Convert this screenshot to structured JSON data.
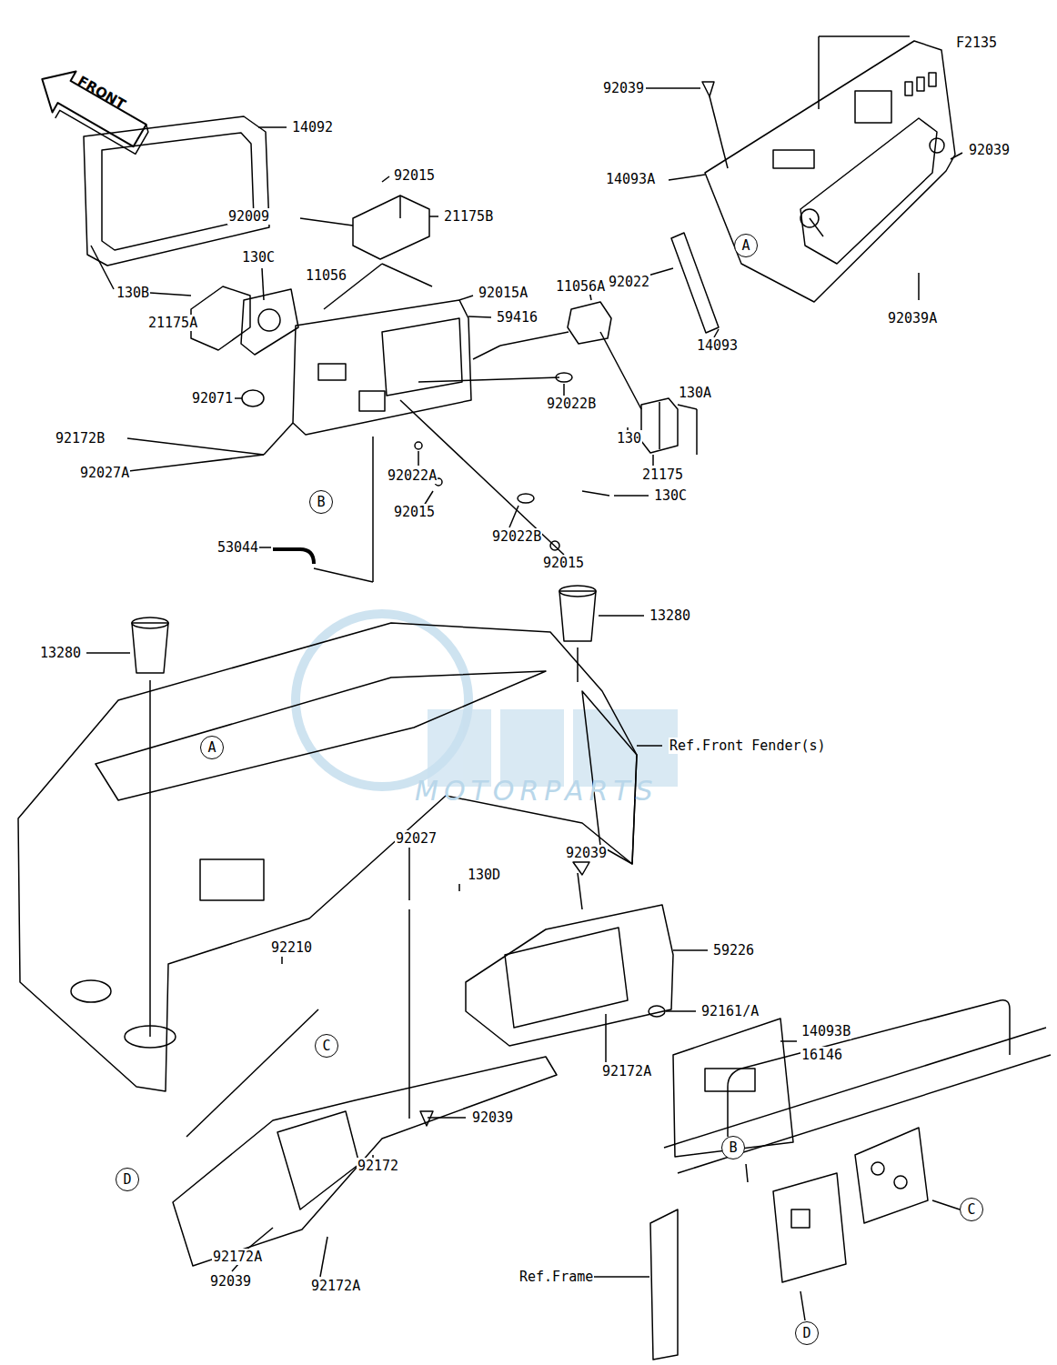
{
  "diagram": {
    "nodes": [
      {
        "text": [
          "A"
        ]
      },
      {
        "text": [
          "B"
        ]
      },
      {
        "text": [
          "A"
        ]
      },
      {
        "text": [
          "C"
        ]
      },
      {
        "text": [
          "B"
        ]
      },
      {
        "text": [
          "D"
        ]
      },
      {
        "text": [
          "C"
        ]
      },
      {
        "text": [
          "D"
        ]
      }
    ],
    "edges": [],
    "labels": [
      "F2135",
      "FRONT",
      "14092",
      "92015",
      "92009",
      "21175B",
      "130C",
      "11056",
      "130B",
      "92015A",
      "59416",
      "21175A",
      "92071",
      "92172B",
      "92027A",
      "92022A",
      "92015",
      "92022B",
      "92022B",
      "92015",
      "130C",
      "130A",
      "130",
      "21175",
      "11056A",
      "92022",
      "14093",
      "92039",
      "14093A",
      "92039",
      "92039A",
      "53044",
      "13280",
      "13280",
      "Ref.Front Fender(s)",
      "MOTORPARTS",
      "92027",
      "92039",
      "130D",
      "92210",
      "59226",
      "92161/A",
      "14093B",
      "16146",
      "92172A",
      "92039",
      "92172",
      "92172A",
      "92039",
      "92172A",
      "Ref.Frame"
    ]
  }
}
